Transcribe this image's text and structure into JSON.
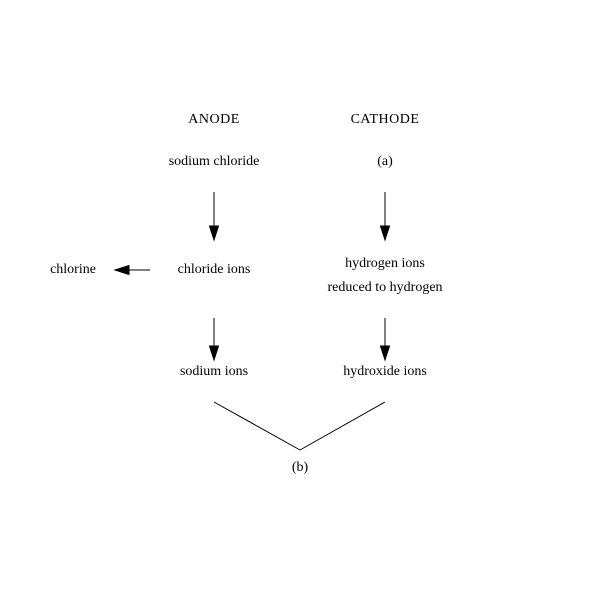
{
  "anode": {
    "header": "ANODE",
    "start": "sodium chloride",
    "middle": "chloride ions",
    "end": "sodium ions",
    "side_product": "chlorine"
  },
  "cathode": {
    "header": "CATHODE",
    "start": "(a)",
    "middle_line1": "hydrogen ions",
    "middle_line2": "reduced to hydrogen",
    "end": "hydroxide ions"
  },
  "combined": {
    "label": "(b)"
  }
}
